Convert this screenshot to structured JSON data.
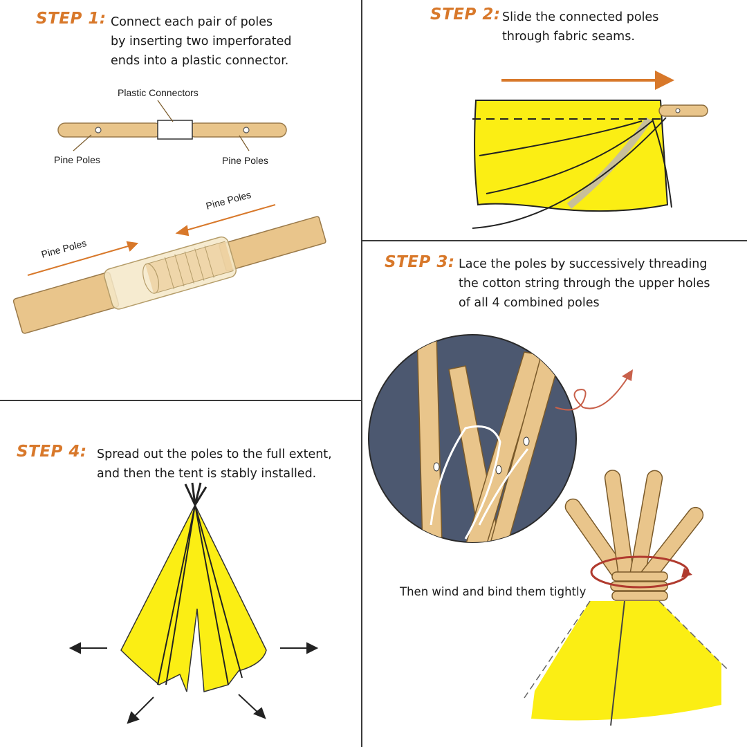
{
  "step1": {
    "title": "STEP 1:",
    "lines": [
      "Connect each pair of poles",
      "by inserting two imperforated",
      "ends into a plastic connector."
    ],
    "label_connectors": "Plastic Connectors",
    "label_pole_left": "Pine Poles",
    "label_pole_right": "Pine Poles",
    "label_pole_diag_upper": "Pine Poles",
    "label_pole_diag_lower": "Pine Poles"
  },
  "step2": {
    "title": "STEP 2:",
    "lines": [
      "Slide the connected poles",
      "through fabric seams."
    ]
  },
  "step3": {
    "title": "STEP 3:",
    "lines": [
      "Lace the poles by successively threading",
      "the cotton string through the upper holes",
      "of all 4 combined poles"
    ],
    "bind_label": "Then wind and bind them tightly"
  },
  "step4": {
    "title": "STEP 4:",
    "lines": [
      "Spread out the poles to the full extent,",
      "and then the tent is stably installed."
    ]
  },
  "colors": {
    "accent": "#d8782a",
    "pole": "#e9c58b",
    "fabric": "#fbee14",
    "circle_bg": "#4c5870"
  }
}
